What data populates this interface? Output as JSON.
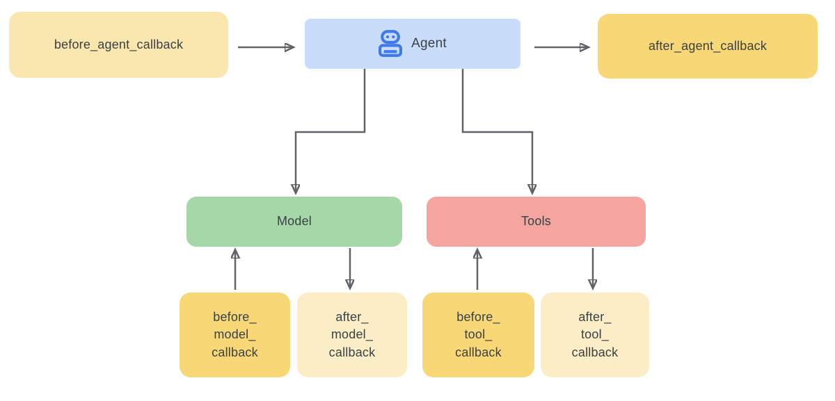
{
  "diagram": {
    "colors": {
      "light_yellow": "#FAE7AE",
      "gold": "#F8D876",
      "cream": "#FBEDC6",
      "agent_blue": "#C9DCFA",
      "icon_blue": "#3E7BE8",
      "model_green": "#A6D7A9",
      "tools_salmon": "#F3A59E",
      "arrow_gray": "#5F6368",
      "text_dark": "#3B4045"
    },
    "nodes": {
      "before_agent": {
        "label": "before_agent_callback"
      },
      "agent": {
        "label": "Agent",
        "icon": "robot-icon"
      },
      "after_agent": {
        "label": "after_agent_callback"
      },
      "model": {
        "label": "Model"
      },
      "tools": {
        "label": "Tools"
      },
      "before_model": {
        "lines": [
          "before_",
          "model_",
          "callback"
        ]
      },
      "after_model": {
        "lines": [
          "after_",
          "model_",
          "callback"
        ]
      },
      "before_tool": {
        "lines": [
          "before_",
          "tool_",
          "callback"
        ]
      },
      "after_tool": {
        "lines": [
          "after_",
          "tool_",
          "callback"
        ]
      }
    },
    "edges": [
      {
        "from": "before_agent_callback",
        "to": "Agent",
        "kind": "arrow-right"
      },
      {
        "from": "Agent",
        "to": "after_agent_callback",
        "kind": "arrow-right"
      },
      {
        "from": "Agent",
        "to": "Model",
        "kind": "elbow-down"
      },
      {
        "from": "Agent",
        "to": "Tools",
        "kind": "elbow-down"
      },
      {
        "from": "before_model_callback",
        "to": "Model",
        "kind": "arrow-up"
      },
      {
        "from": "Model",
        "to": "after_model_callback",
        "kind": "arrow-down"
      },
      {
        "from": "before_tool_callback",
        "to": "Tools",
        "kind": "arrow-up"
      },
      {
        "from": "Tools",
        "to": "after_tool_callback",
        "kind": "arrow-down"
      }
    ]
  }
}
